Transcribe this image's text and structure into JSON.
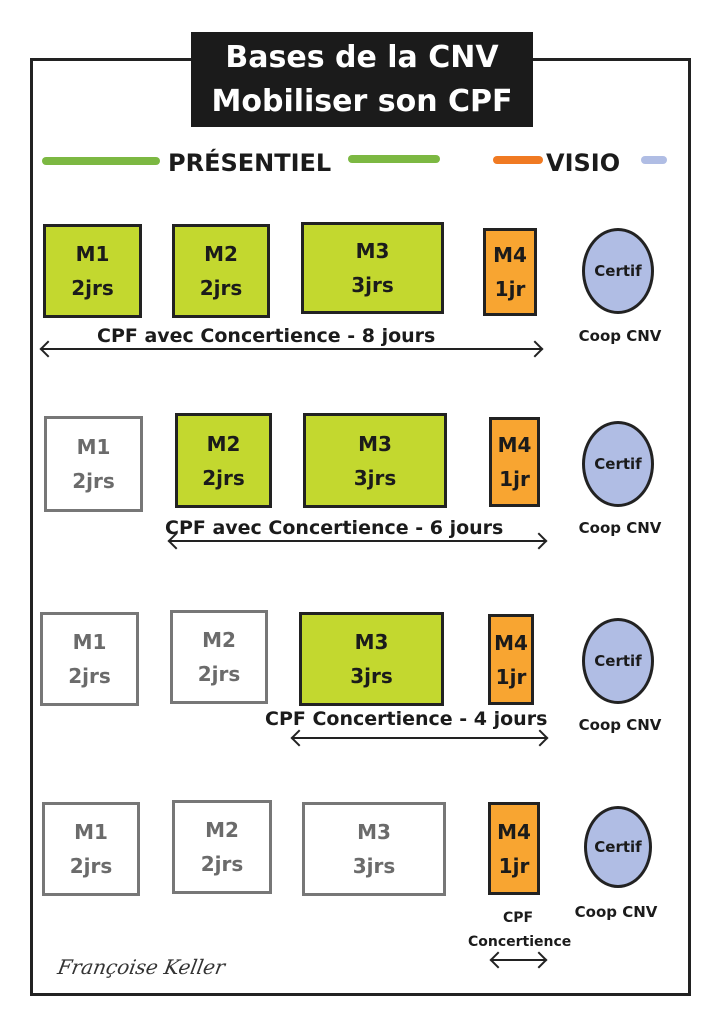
{
  "title": {
    "line1": "Bases de la CNV",
    "line2": "Mobiliser son CPF"
  },
  "legend": {
    "presentiel": "PRÉSENTIEL",
    "visio": "VISIO"
  },
  "colors": {
    "green": "#c3d82f",
    "green_line": "#7cb842",
    "orange": "#f8a531",
    "orange_line": "#f07a22",
    "blue": "#b0bde4"
  },
  "modules": {
    "m1": {
      "name": "M1",
      "days": "2jrs"
    },
    "m2": {
      "name": "M2",
      "days": "2jrs"
    },
    "m3": {
      "name": "M3",
      "days": "3jrs"
    },
    "m4": {
      "name": "M4",
      "days": "1jr"
    }
  },
  "certif": {
    "label": "Certif",
    "provider": "Coop CNV"
  },
  "rows": [
    {
      "label": "CPF avec Concertience - 8 jours"
    },
    {
      "label": "CPF avec Concertience - 6 jours"
    },
    {
      "label": "CPF Concertience - 4 jours"
    },
    {
      "label_line1": "CPF",
      "label_line2": "Concertience"
    }
  ],
  "signature": "Françoise Keller"
}
